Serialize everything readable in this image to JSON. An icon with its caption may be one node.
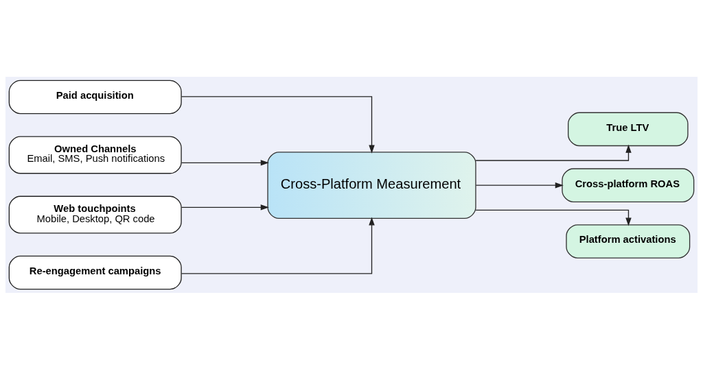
{
  "diagram": {
    "nodes": [
      {
        "text": [
          "Paid acquisition"
        ]
      },
      {
        "text": [
          "Owned Channels",
          "Email, SMS, Push notifications"
        ]
      },
      {
        "text": [
          "Web touchpoints",
          "Mobile, Desktop, QR code"
        ]
      },
      {
        "text": [
          "Re-engagement campaigns"
        ]
      },
      {
        "text": [
          "Cross-Platform Measurement"
        ]
      },
      {
        "text": [
          "True LTV"
        ]
      },
      {
        "text": [
          "Cross-platform ROAS"
        ]
      },
      {
        "text": [
          "Platform activations"
        ]
      }
    ],
    "edges": [
      {
        "from": 0,
        "to": 4,
        "arrow": "to"
      },
      {
        "from": 1,
        "to": 4,
        "arrow": "to"
      },
      {
        "from": 2,
        "to": 4,
        "arrow": "to"
      },
      {
        "from": 3,
        "to": 4,
        "arrow": "to"
      },
      {
        "from": 4,
        "to": 5,
        "arrow": "to"
      },
      {
        "from": 4,
        "to": 6,
        "arrow": "to"
      },
      {
        "from": 4,
        "to": 7,
        "arrow": "to"
      }
    ]
  }
}
